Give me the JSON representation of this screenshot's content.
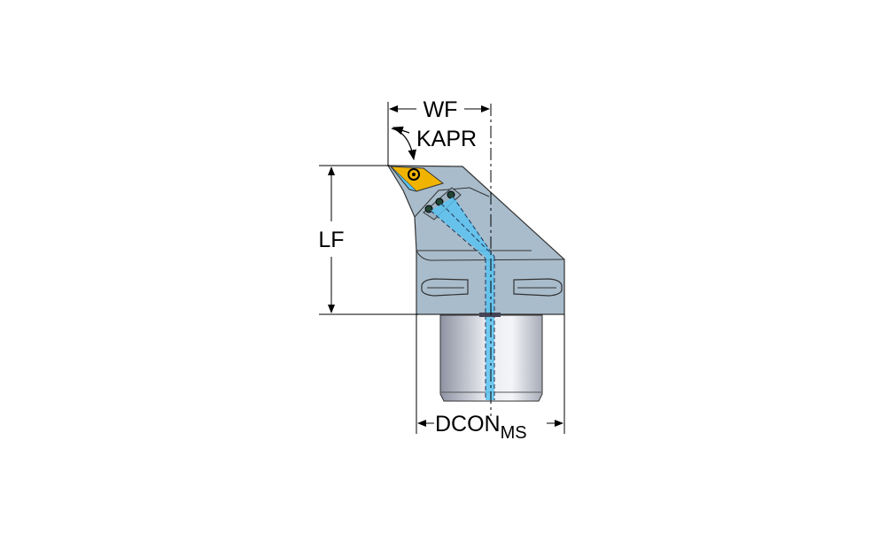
{
  "labels": {
    "wf": "WF",
    "kapr": "KAPR",
    "lf": "LF",
    "dcon": "DCON",
    "dcon_sub": "MS"
  },
  "colors": {
    "body": "#a9bccb",
    "body_dark": "#8fa3b3",
    "coolant": "#5bc3f0",
    "insert": "#f0b400",
    "shank_light": "#e6e8ed",
    "shank_dark": "#9a9eac"
  }
}
